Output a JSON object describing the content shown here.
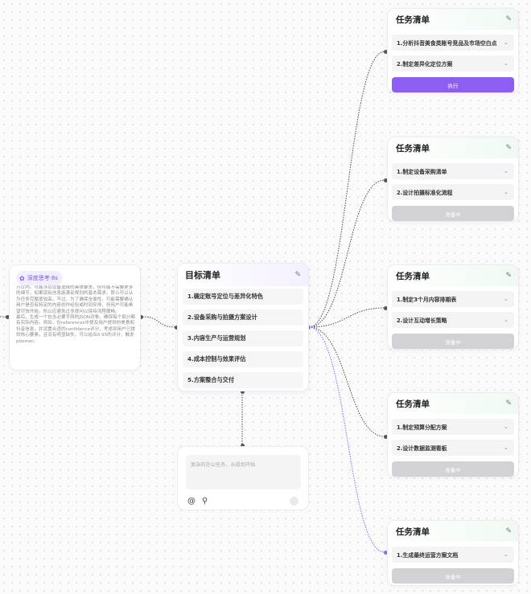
{
  "thinking": {
    "badge": "深度思考·8s",
    "text": [
      "万以内。可能涉及设备选择的具体要求，但可能不需要更多的细节，如果现有信息能满足规划的基本需求。那么可以认为任务完整度较高。不过，为了确保全面性，可能需要确认用户是否有特定的内容创作经验或时间安排，但用户可能希望尽快开始，所以应避免过多提问以保持流程顺畅。",
      "最后，生成一个包含必要字段的JSON对象，确保每个部分都有实际内容。例如，在references中提及用户提供的美食和抖音信息，并设置合适的confidence评分，考虑到用户已提供核心要素，且没有明显缺失，可以给出0.95的评分，触发planner。"
    ]
  },
  "goal": {
    "title": "目标清单",
    "items": [
      "1.确定账号定位与差异化特色",
      "2.设备采购与拍摄方案设计",
      "3.内容生产与运营规划",
      "4.成本控制与效果评估",
      "5.方案整合与交付"
    ]
  },
  "input": {
    "placeholder": "复杂的办公任务，从规划开始"
  },
  "tasks": [
    {
      "title": "任务清单",
      "items": [
        "1.分析抖音美食类账号竞品及市场空白点",
        "2.制定差异化定位方案"
      ],
      "button": "执行"
    },
    {
      "title": "任务清单",
      "items": [
        "1.制定设备采购清单",
        "2.设计拍摄标准化流程"
      ],
      "button": "准备中"
    },
    {
      "title": "任务清单",
      "items": [
        "1.制定3个月内容排期表",
        "2.设计互动增长策略"
      ],
      "button": "准备中"
    },
    {
      "title": "任务清单",
      "items": [
        "1.制定预算分配方案",
        "2.设计数据监测看板"
      ],
      "button": "准备中"
    },
    {
      "title": "任务清单",
      "items": [
        "1.生成最终运营方案文档"
      ],
      "button": "准备中"
    }
  ],
  "colors": {
    "accent": "#8c5ef1",
    "disabled": "#d2d2d6"
  },
  "icons": {
    "edit": "edit-icon",
    "chevron": "chevron-down-icon",
    "at": "at-icon",
    "attach": "paperclip-icon",
    "think": "sparkle-icon"
  }
}
